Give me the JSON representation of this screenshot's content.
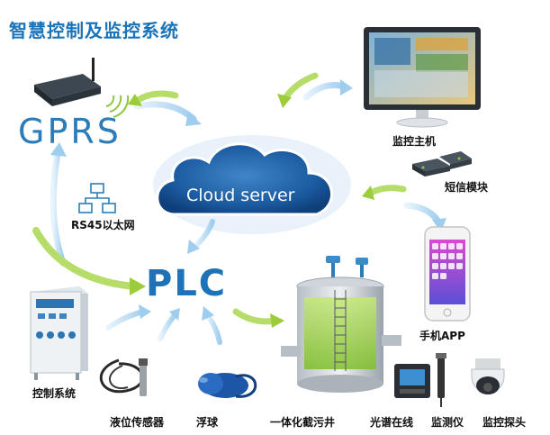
{
  "title": "智慧控制及监控系统",
  "nodes": {
    "gprs": "GPRS",
    "cloud": "Cloud server",
    "plc": "PLC",
    "rs45": "RS45以太网",
    "monitor_host": "监控主机",
    "sms_module": "短信模块",
    "phone_app": "手机APP",
    "control_system": "控制系统",
    "level_sensor": "液位传感器",
    "float_ball": "浮球",
    "integrated_well": "一体化截污井",
    "spectrum_monitor": "光谱在线",
    "monitor_instrument": "监测仪",
    "monitor_probe": "监控探头"
  },
  "colors": {
    "title": "#1a73b8",
    "gprs_text": "#2c7db7",
    "plc_text": "#1e72b5",
    "cloud": "#1d5a9e",
    "arrow_blue": "#a9d2ee",
    "arrow_green": "#9ccc3a"
  }
}
